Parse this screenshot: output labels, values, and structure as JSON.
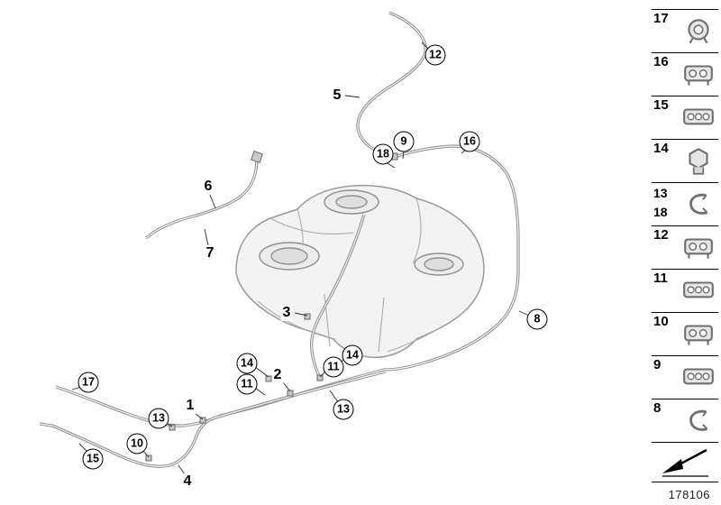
{
  "diagram": {
    "description": "Fuel tank with fuel pipes and mounting clips, exploded parts diagram",
    "callouts": [
      "12",
      "5",
      "18",
      "9",
      "16",
      "6",
      "7",
      "3",
      "8",
      "14",
      "11",
      "2",
      "11",
      "14",
      "17",
      "1",
      "13",
      "13",
      "10",
      "15",
      "4"
    ]
  },
  "sidebar": {
    "items": [
      {
        "labels": [
          "17"
        ],
        "icon": "hose-clamp-icon"
      },
      {
        "labels": [
          "16"
        ],
        "icon": "cable-clip-icon"
      },
      {
        "labels": [
          "15"
        ],
        "icon": "triple-line-clip-icon"
      },
      {
        "labels": [
          "14"
        ],
        "icon": "union-nut-icon"
      },
      {
        "labels": [
          "13",
          "18"
        ],
        "icon": "retaining-clip-icon"
      },
      {
        "labels": [
          "12"
        ],
        "icon": "cable-clip-icon"
      },
      {
        "labels": [
          "11"
        ],
        "icon": "triple-line-clip-icon"
      },
      {
        "labels": [
          "10"
        ],
        "icon": "cable-clip-icon"
      },
      {
        "labels": [
          "9"
        ],
        "icon": "triple-line-clip-icon"
      },
      {
        "labels": [
          "8"
        ],
        "icon": "hose-clip-icon"
      }
    ],
    "footer_icon": "direction-arrow-icon"
  },
  "footer": {
    "part_number": "178106"
  }
}
